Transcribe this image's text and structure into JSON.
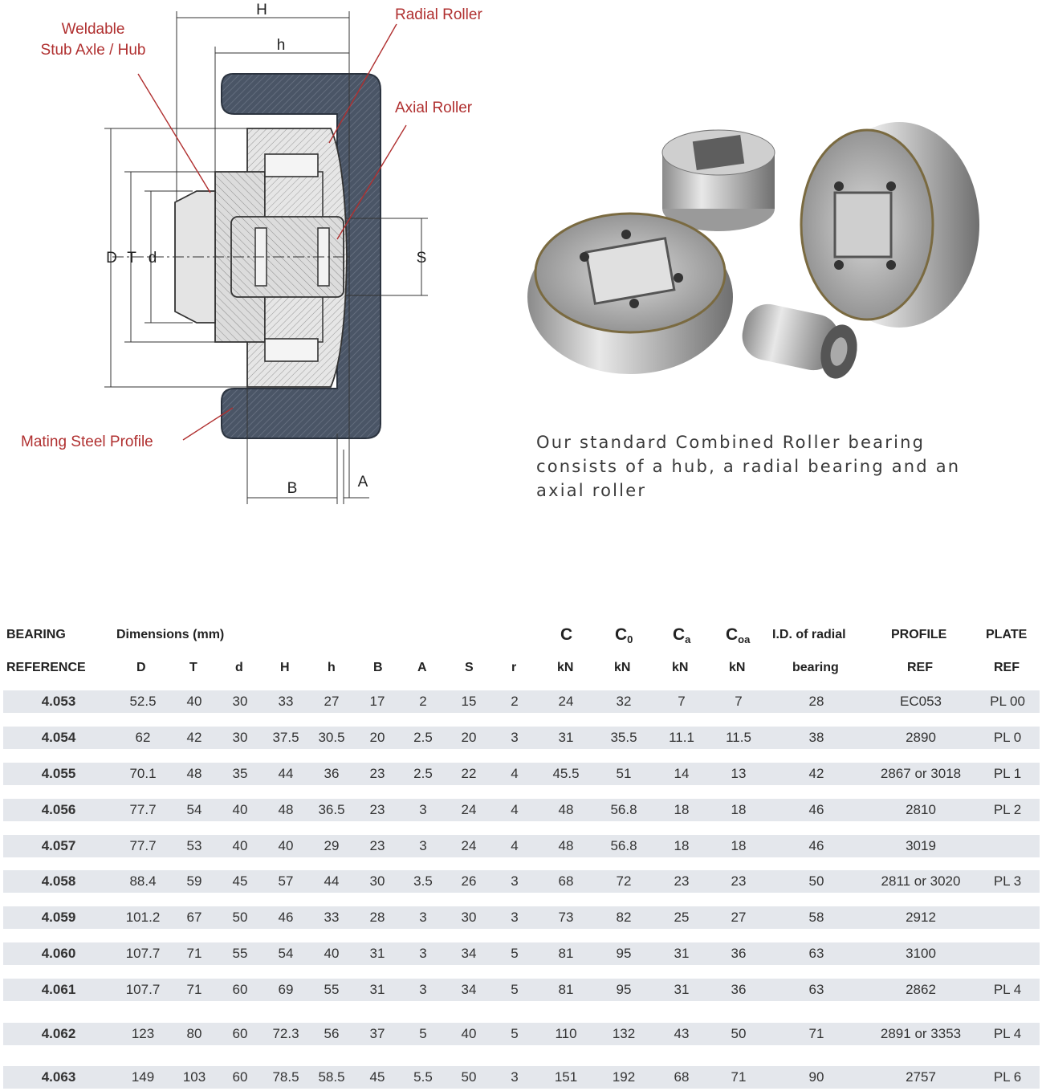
{
  "diagram": {
    "labels": {
      "weldable": [
        "Weldable",
        "Stub Axle / Hub"
      ],
      "radial_roller": "Radial Roller",
      "axial_roller": "Axial Roller",
      "mating_profile": "Mating Steel Profile"
    },
    "dimension_letters": {
      "H": "H",
      "h": "h",
      "D": "D",
      "T": "T",
      "d": "d",
      "S": "S",
      "B": "B",
      "A": "A"
    }
  },
  "caption": "Our standard Combined Roller bearing consists of a hub, a radial bearing and an axial roller",
  "table": {
    "group_headers": {
      "bearing": "BEARING",
      "dimensions": "Dimensions (mm)",
      "id_radial": "I.D. of radial",
      "profile": "PROFILE",
      "plate": "PLATE"
    },
    "load_symbols": {
      "C": "C",
      "C0": {
        "base": "C",
        "sub": "0"
      },
      "Ca": {
        "base": "C",
        "sub": "a"
      },
      "Coa": {
        "base": "C",
        "sub": "oa"
      }
    },
    "sub_headers": {
      "reference": "REFERENCE",
      "D": "D",
      "T": "T",
      "d": "d",
      "H": "H",
      "h": "h",
      "B": "B",
      "A": "A",
      "S": "S",
      "r": "r",
      "kN": "kN",
      "bearing": "bearing",
      "ref": "REF"
    },
    "rows": [
      [
        "4.053",
        "52.5",
        "40",
        "30",
        "33",
        "27",
        "17",
        "2",
        "15",
        "2",
        "24",
        "32",
        "7",
        "7",
        "28",
        "EC053",
        "PL 00"
      ],
      [
        "4.054",
        "62",
        "42",
        "30",
        "37.5",
        "30.5",
        "20",
        "2.5",
        "20",
        "3",
        "31",
        "35.5",
        "11.1",
        "11.5",
        "38",
        "2890",
        "PL 0"
      ],
      [
        "4.055",
        "70.1",
        "48",
        "35",
        "44",
        "36",
        "23",
        "2.5",
        "22",
        "4",
        "45.5",
        "51",
        "14",
        "13",
        "42",
        "2867 or 3018",
        "PL 1"
      ],
      [
        "4.056",
        "77.7",
        "54",
        "40",
        "48",
        "36.5",
        "23",
        "3",
        "24",
        "4",
        "48",
        "56.8",
        "18",
        "18",
        "46",
        "2810",
        "PL 2"
      ],
      [
        "4.057",
        "77.7",
        "53",
        "40",
        "40",
        "29",
        "23",
        "3",
        "24",
        "4",
        "48",
        "56.8",
        "18",
        "18",
        "46",
        "3019",
        ""
      ],
      [
        "4.058",
        "88.4",
        "59",
        "45",
        "57",
        "44",
        "30",
        "3.5",
        "26",
        "3",
        "68",
        "72",
        "23",
        "23",
        "50",
        "2811 or 3020",
        "PL 3"
      ],
      [
        "4.059",
        "101.2",
        "67",
        "50",
        "46",
        "33",
        "28",
        "3",
        "30",
        "3",
        "73",
        "82",
        "25",
        "27",
        "58",
        "2912",
        ""
      ],
      [
        "4.060",
        "107.7",
        "71",
        "55",
        "54",
        "40",
        "31",
        "3",
        "34",
        "5",
        "81",
        "95",
        "31",
        "36",
        "63",
        "3100",
        ""
      ],
      [
        "4.061",
        "107.7",
        "71",
        "60",
        "69",
        "55",
        "31",
        "3",
        "34",
        "5",
        "81",
        "95",
        "31",
        "36",
        "63",
        "2862",
        "PL 4"
      ],
      [
        "4.062",
        "123",
        "80",
        "60",
        "72.3",
        "56",
        "37",
        "5",
        "40",
        "5",
        "110",
        "132",
        "43",
        "50",
        "71",
        "2891 or 3353",
        "PL 4"
      ],
      [
        "4.063",
        "149",
        "103",
        "60",
        "78.5",
        "58.5",
        "45",
        "5.5",
        "50",
        "3",
        "151",
        "192",
        "68",
        "71",
        "90",
        "2757",
        "PL 6"
      ]
    ]
  }
}
